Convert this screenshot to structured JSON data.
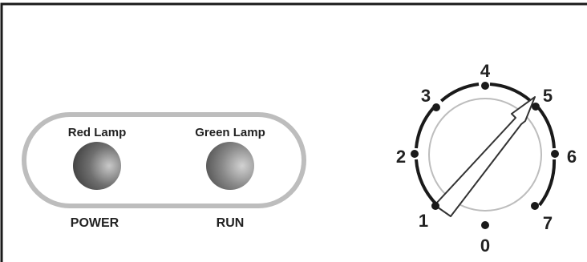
{
  "lamps": [
    {
      "top_label": "Red Lamp",
      "bottom_label": "POWER",
      "state": "off"
    },
    {
      "top_label": "Green Lamp",
      "bottom_label": "RUN",
      "state": "off"
    }
  ],
  "dial": {
    "positions": [
      "0",
      "1",
      "2",
      "3",
      "4",
      "5",
      "6",
      "7"
    ],
    "selected": "5"
  },
  "colors": {
    "panel_border": "#1a1a1a",
    "lamp_group_ring": "#bdbdbd",
    "lamp_face": "#777777",
    "dial_ring": "#1a1a1a",
    "dial_face": "#ffffff",
    "pointer": "#ffffff"
  }
}
